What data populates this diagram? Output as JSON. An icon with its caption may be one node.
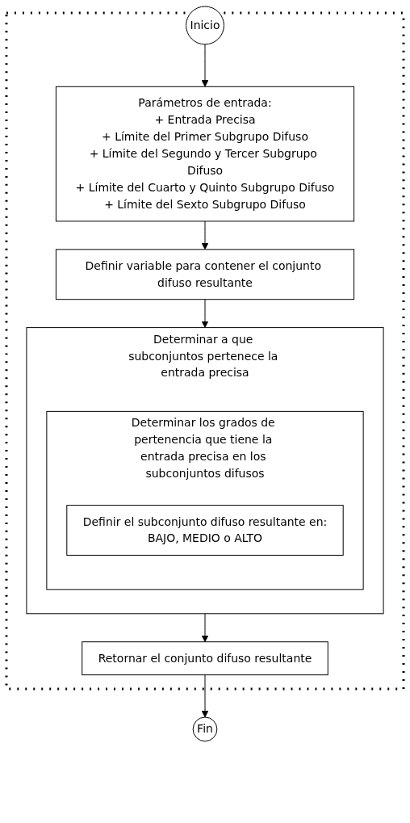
{
  "diagram": {
    "nodes": [
      {
        "text": [
          "Inicio"
        ]
      },
      {
        "text": [],
        "shape": "box"
      },
      {
        "text": [
          "Parámetros de entrada:",
          "+ Entrada Precisa",
          "+ Límite del Primer Subgrupo Difuso",
          "+ Límite del Segundo y Tercer Subgrupo Difuso",
          "+ Límite del Cuarto y Quinto Subgrupo Difuso",
          "+ Límite del Sexto Subgrupo Difuso"
        ],
        "in": 1
      },
      {
        "text": [
          "Definir variable para contener el conjunto difuso resultante"
        ],
        "in": 1
      },
      {
        "text": [
          "Determinar a que subconjuntos pertenece la entrada precisa"
        ],
        "in": 1
      },
      {
        "text": [
          "Determinar los grados de pertenencia que tiene la entrada precisa en los subconjuntos difusos"
        ],
        "in": 4
      },
      {
        "text": [
          "Definir el subconjunto difuso resultante en:",
          "BAJO, MEDIO o ALTO"
        ],
        "in": 5
      },
      {
        "text": [
          "Retornar el conjunto difuso resultante"
        ],
        "in": 1
      },
      {
        "text": [
          "Fin"
        ]
      }
    ],
    "edges": [
      {
        "from": 0,
        "to": 2,
        "arrow": "to"
      },
      {
        "from": 2,
        "to": 3,
        "arrow": "to"
      },
      {
        "from": 3,
        "to": 4,
        "arrow": "to"
      },
      {
        "from": 4,
        "to": 7,
        "arrow": "to"
      },
      {
        "from": 7,
        "to": 8,
        "arrow": "to"
      }
    ]
  }
}
